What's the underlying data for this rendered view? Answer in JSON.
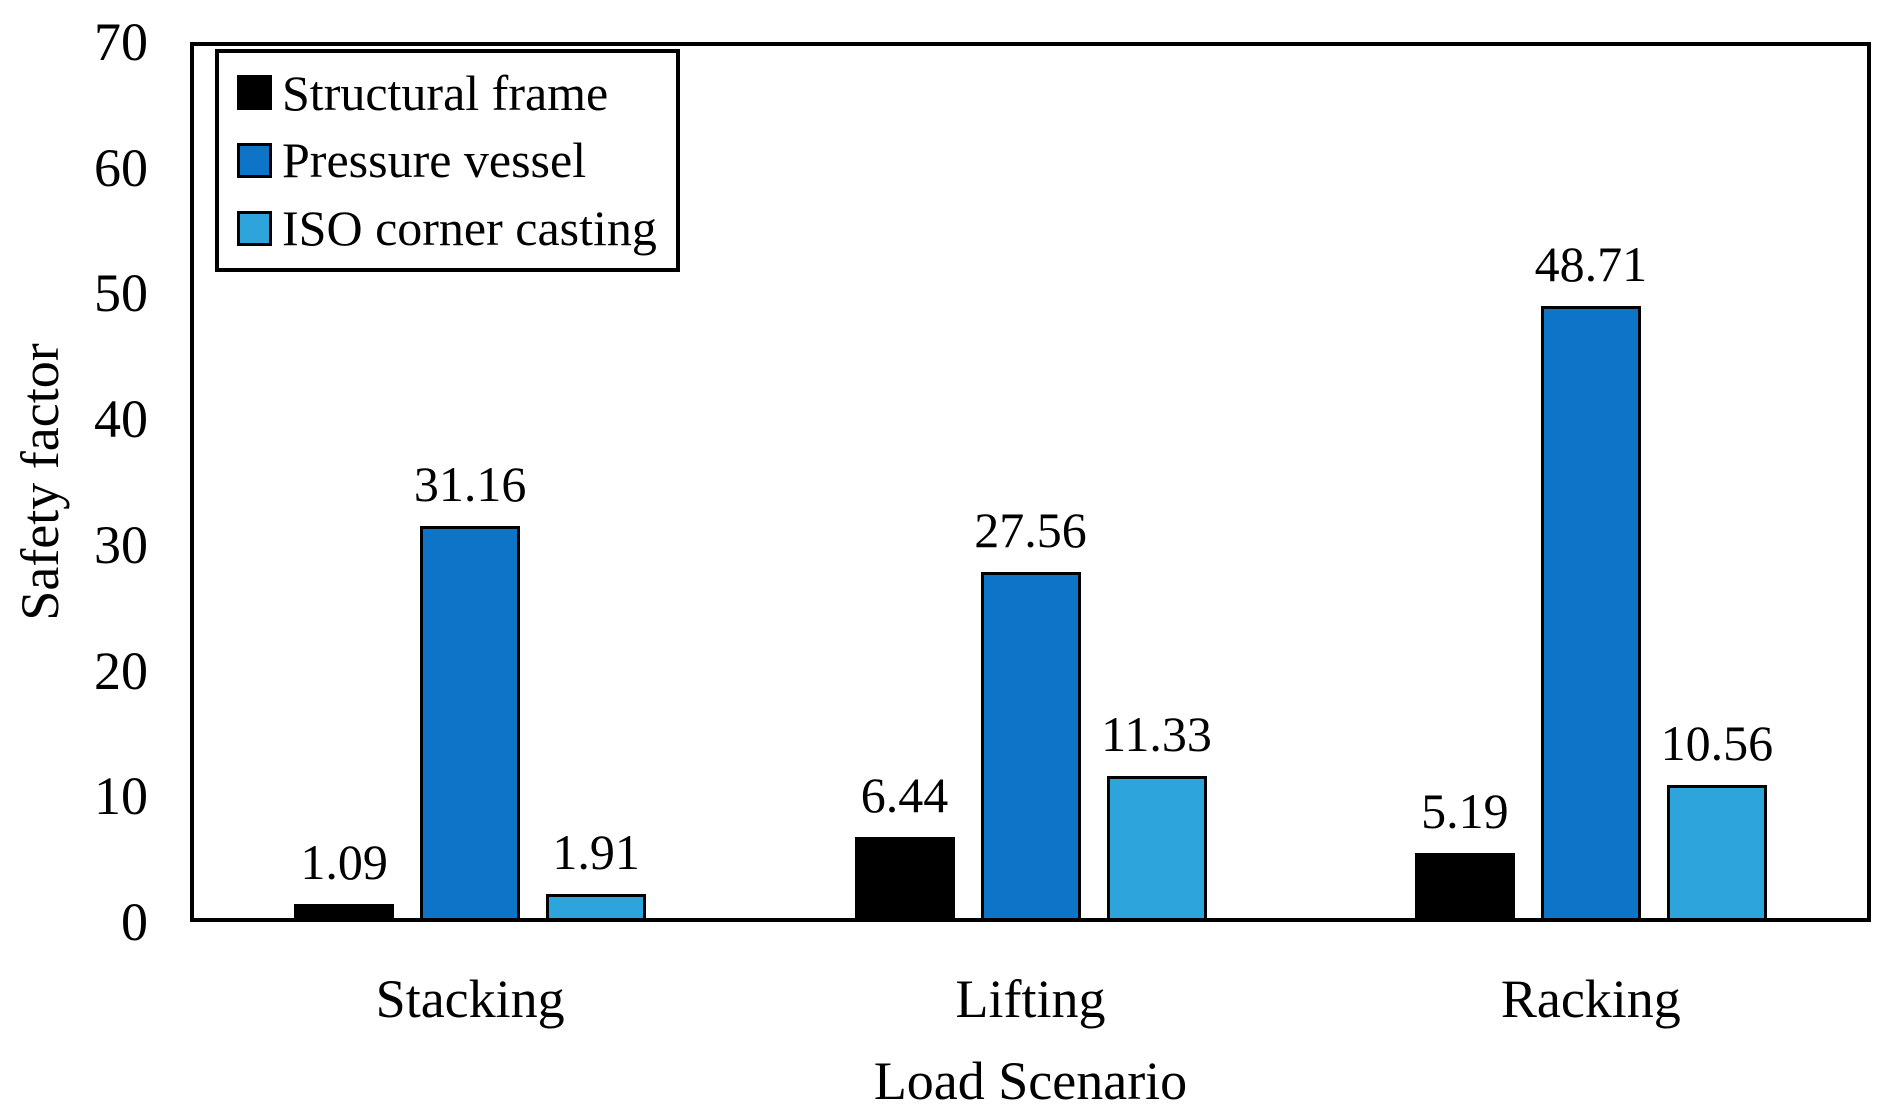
{
  "chart_data": {
    "type": "bar",
    "title": "",
    "xlabel": "Load Scenario",
    "ylabel": "Safety factor",
    "categories": [
      "Stacking",
      "Lifting",
      "Racking"
    ],
    "series": [
      {
        "name": "Structural frame",
        "color": "#000000",
        "values": [
          1.09,
          6.44,
          5.19
        ]
      },
      {
        "name": "Pressure vessel",
        "color": "#0e74c8",
        "values": [
          31.16,
          27.56,
          48.71
        ]
      },
      {
        "name": "ISO corner casting",
        "color": "#2ea4dc",
        "values": [
          1.91,
          11.33,
          10.56
        ]
      }
    ],
    "data_labels": [
      "1.09",
      "31.16",
      "1.91",
      "6.44",
      "27.56",
      "11.33",
      "5.19",
      "48.71",
      "10.56"
    ],
    "ylim": [
      0,
      70
    ],
    "yticks": [
      0,
      10,
      20,
      30,
      40,
      50,
      60,
      70
    ],
    "grid": false,
    "legend_position": "top-left",
    "bar_outline_color": "#000000",
    "axis_color": "#000000",
    "background_color": "#ffffff"
  }
}
